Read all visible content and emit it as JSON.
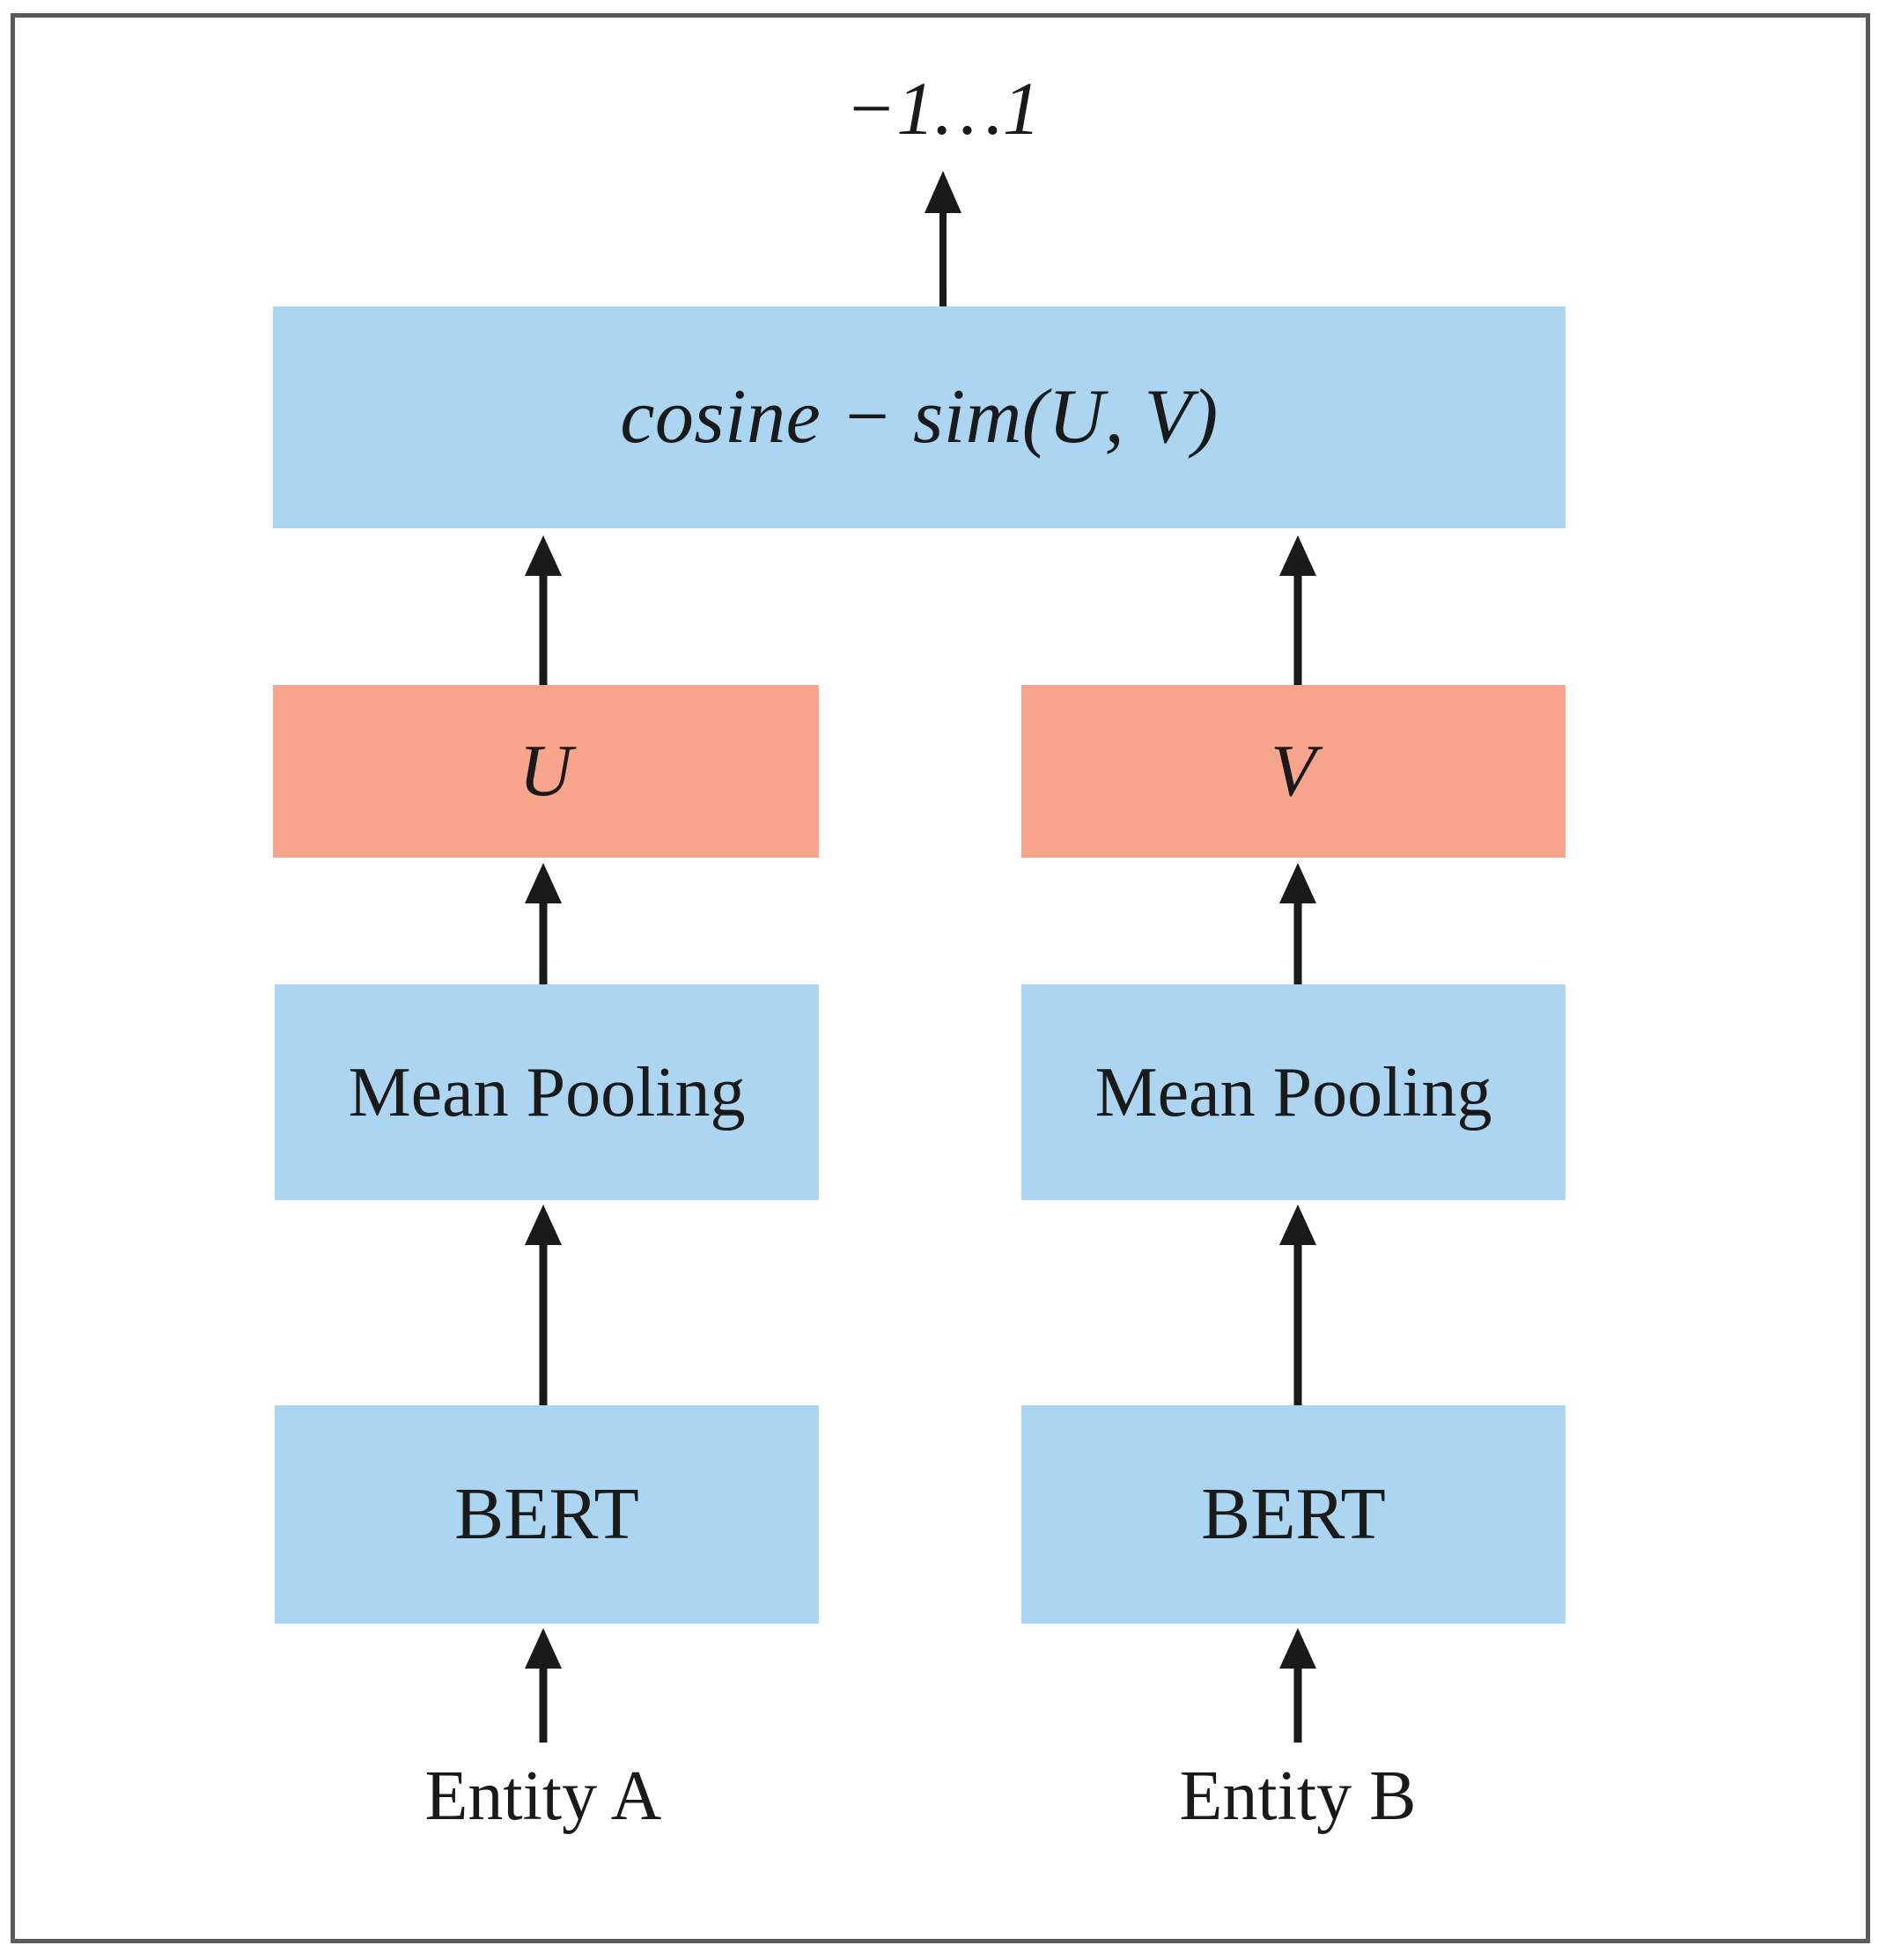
{
  "figure": {
    "kind": "architecture-diagram",
    "description": "Siamese BERT network computing cosine similarity between two entity embeddings",
    "border_color": "#5a5a5a",
    "background": "#ffffff"
  },
  "palette": {
    "blue": "#abd5f0",
    "orange": "#f8a58d",
    "stroke": "#1a1a1a",
    "frame": "#5a5a5a"
  },
  "nodes": {
    "output_range": {
      "label": "−1…1"
    },
    "cosine": {
      "label": "cosine − sim(U, V)",
      "color_key": "blue"
    },
    "u_vector": {
      "label": "U",
      "color_key": "orange"
    },
    "v_vector": {
      "label": "V",
      "color_key": "orange"
    },
    "mean_pooling_left": {
      "label": "Mean Pooling",
      "color_key": "blue"
    },
    "mean_pooling_right": {
      "label": "Mean Pooling",
      "color_key": "blue"
    },
    "bert_left": {
      "label": "BERT",
      "color_key": "blue"
    },
    "bert_right": {
      "label": "BERT",
      "color_key": "blue"
    },
    "entity_a": {
      "label": "Entity A"
    },
    "entity_b": {
      "label": "Entity B"
    }
  },
  "edges": [
    {
      "name": "entity-a-to-bert-left",
      "from": "entity_a",
      "to": "bert_left"
    },
    {
      "name": "bert-left-to-mean-pooling",
      "from": "bert_left",
      "to": "mean_pooling_left"
    },
    {
      "name": "mean-pooling-left-to-u",
      "from": "mean_pooling_left",
      "to": "u_vector"
    },
    {
      "name": "u-to-cosine",
      "from": "u_vector",
      "to": "cosine"
    },
    {
      "name": "entity-b-to-bert-right",
      "from": "entity_b",
      "to": "bert_right"
    },
    {
      "name": "bert-right-to-mean-pooling",
      "from": "bert_right",
      "to": "mean_pooling_right"
    },
    {
      "name": "mean-pooling-right-to-v",
      "from": "mean_pooling_right",
      "to": "v_vector"
    },
    {
      "name": "v-to-cosine",
      "from": "v_vector",
      "to": "cosine"
    },
    {
      "name": "cosine-to-output-range",
      "from": "cosine",
      "to": "output_range"
    }
  ]
}
